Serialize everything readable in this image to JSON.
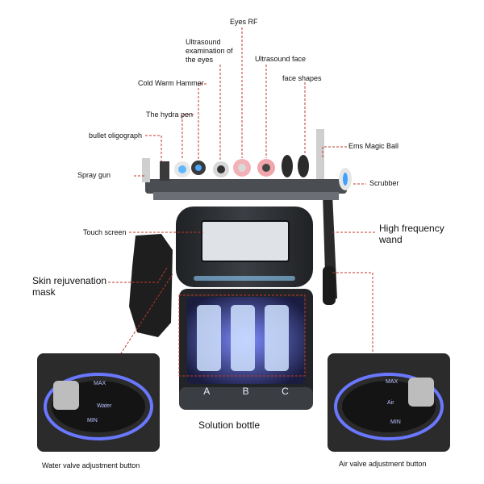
{
  "labels": {
    "eyes_rf": "Eyes RF",
    "ultrasound_eyes": "Ultrasound examination of the eyes",
    "ultrasound_face": "Ultrasound face",
    "face_shapes": "face shapes",
    "cold_warm_hammer": "Cold Warm Hammer",
    "hydra_pen": "The hydra pen",
    "bullet_oligograph": "bullet oligograph",
    "ems_magic_ball": "Ems Magic Ball",
    "spray_gun": "Spray gun",
    "scrubber": "Scrubber",
    "touch_screen": "Touch screen",
    "high_frequency_wand": "High frequency wand",
    "skin_rejuvenation_mask": "Skin rejuvenation mask",
    "solution_bottle": "Solution bottle",
    "water_valve": "Water valve adjustment button",
    "air_valve": "Air valve adjustment button"
  },
  "bottle_letters": [
    "A",
    "B",
    "C"
  ],
  "dial_left": [
    "MAX",
    "Water",
    "MIN"
  ],
  "dial_right": [
    "MAX",
    "Air",
    "MIN"
  ],
  "colors": {
    "leader": "#c0392b",
    "device_body": "#2f3236",
    "glow_blue": "#5a6bff",
    "screen": "#dfe3e8"
  }
}
